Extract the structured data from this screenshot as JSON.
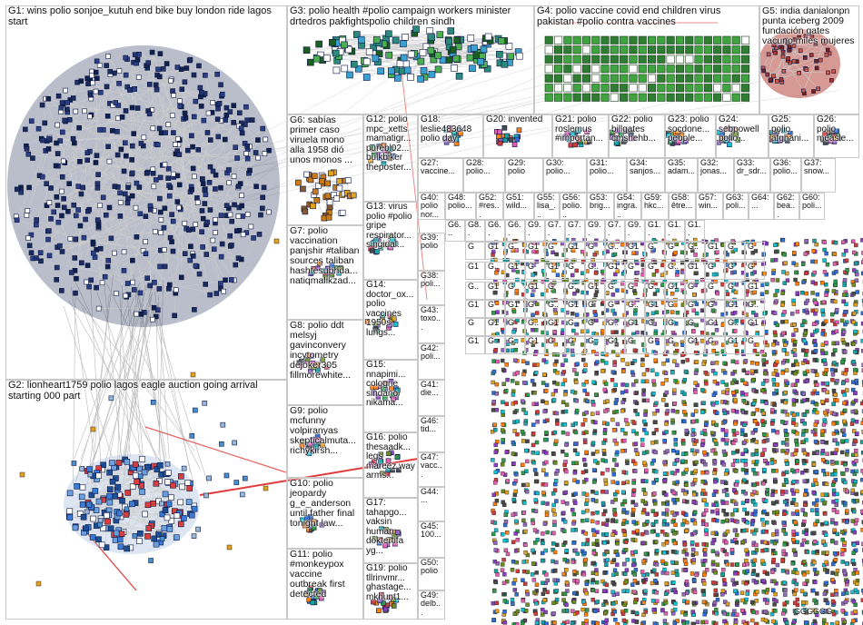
{
  "colors": {
    "edge_gray": "#b9b9b9",
    "edge_red": "#e23a3a",
    "node_dark": "#1a2a5c",
    "node_blue": "#3a7bd5",
    "g4_green": "#3fa43f",
    "g5_red": "#b5453b",
    "box_border": "#c8c8c8"
  },
  "groups": [
    {
      "name": "group-g1",
      "label": "G1: wins polio sonjoe_kutuh end bike buy london ride lagos start",
      "tone": "dark"
    },
    {
      "name": "group-g2",
      "label": "G2: lionheart1759 polio lagos eagle auction going arrival starting 000 part",
      "tone": "blue"
    },
    {
      "name": "group-g3",
      "label": "G3: polio health #polio campaign workers minister drtedros pakfightspolio children sindh",
      "tone": "teal"
    },
    {
      "name": "group-g4",
      "label": "G4: polio vaccine covid end children virus pakistan #polio contra vaccines",
      "tone": "green"
    },
    {
      "name": "group-g5",
      "label": "G5: india danialonpn punta iceberg 2009 fundación gates vacuno miles mujeres",
      "tone": "red"
    },
    {
      "name": "group-g6",
      "label": "G6: sabías primer caso viruela mono alla 1958 dió unos monos ...",
      "tone": "orange"
    },
    {
      "name": "group-g7",
      "label": "G7: polio vaccination panjshir #taliban sources taliban hashtesubhda... natiqmalikzad...",
      "tone": "mixed"
    },
    {
      "name": "group-g8",
      "label": "G8: polio ddt melsyj gavinconvery incytometry dejoker305 fillmorewhite...",
      "tone": "mixed"
    },
    {
      "name": "group-g9",
      "label": "G9: polio mcfunny volpiranyas skepticalmuta... richykirsh...",
      "tone": "mixed"
    },
    {
      "name": "group-g10",
      "label": "G10: polio jeopardy g_e_anderson until father final tonight law...",
      "tone": "mixed"
    },
    {
      "name": "group-g11",
      "label": "G11: polio #monkeypox vaccine outbreak first detected",
      "tone": "mixed"
    },
    {
      "name": "group-g12",
      "label": "G12: polio mpc_xetts mamatigr... purebl02... bulkbiker theposter...",
      "tone": "mixed"
    },
    {
      "name": "group-g13",
      "label": "G13: virus polio #polio gripe respirator... singidal...",
      "tone": "mixed"
    },
    {
      "name": "group-g14",
      "label": "G14: doctor_ox... polio vaccines 1950s lungs...",
      "tone": "mixed"
    },
    {
      "name": "group-g15",
      "label": "G15: nnapimi... cologne sindano nikama...",
      "tone": "mixed"
    },
    {
      "name": "group-g16",
      "label": "G16: polio thesaadk... legs mareez way arms...",
      "tone": "mixed"
    },
    {
      "name": "group-g17",
      "label": "G17: tahapgo... vaksin human doktertifa yg...",
      "tone": "mixed"
    },
    {
      "name": "group-g19",
      "label": "G19: polio tllrinvmr... ghastage... mkhunt1...",
      "tone": "mixed"
    },
    {
      "name": "group-g18",
      "label": "G18: leslie483648 polio day",
      "tone": "mixed"
    },
    {
      "name": "group-g20",
      "label": "G20: invented",
      "tone": "mixed"
    },
    {
      "name": "group-g21",
      "label": "G21: polio roslemus #importan...",
      "tone": "mixed"
    },
    {
      "name": "group-g22",
      "label": "G22: polio billgates cmshehb...",
      "tone": "mixed"
    },
    {
      "name": "group-g23",
      "label": "G23: polio socdone... people...",
      "tone": "mixed"
    },
    {
      "name": "group-g24",
      "label": "G24: sebpowell polio...",
      "tone": "mixed"
    },
    {
      "name": "group-g25",
      "label": "G25: polio afghani...",
      "tone": "mixed"
    },
    {
      "name": "group-g26",
      "label": "G26: polio measle...",
      "tone": "mixed"
    }
  ],
  "row1_labels": [
    "G27: vaccine...",
    "G28: polio...",
    "G29: polio",
    "G30: polio...",
    "G31: polio...",
    "G34: sanjos...",
    "G35: adam...",
    "G32: jonas...",
    "G33: dr_sdr...",
    "G36: polio...",
    "G37: snow..."
  ],
  "row2_labels": [
    "G40: polio nor...",
    "G48: polio...",
    "G52: #res...",
    "G51: wild...",
    "G55: lisa_...",
    "G56: polio...",
    "G53: brig...",
    "G54: ingra...",
    "G59: hkc...",
    "G58: être...",
    "G57: win...",
    "G63: poli...",
    "G64: ...",
    "G62: bea...",
    "G60: poli..."
  ],
  "col_labels": [
    "G39: polio",
    "G38: poli...",
    "G43: toxo...",
    "G42: poli...",
    "G41: die...",
    "G46: tid...",
    "G47: vacc...",
    "G44: ...",
    "G45: 100...",
    "G50: polio",
    "G49: delb..."
  ],
  "row2b_labels": [
    "G6...",
    "G8..",
    "G6..",
    "G6..",
    "G9..",
    "G7..",
    "G7..",
    "G9..",
    "G7..",
    "G9..",
    "G1..",
    "G1..",
    "G1.."
  ],
  "grid_labels": [
    "G",
    "G1",
    "G..",
    "G1",
    "G",
    "G1",
    "G",
    "G..",
    "G1",
    "G",
    "G",
    "G..",
    "G1",
    "G",
    "G"
  ],
  "bottom_text": "GGGGGG"
}
